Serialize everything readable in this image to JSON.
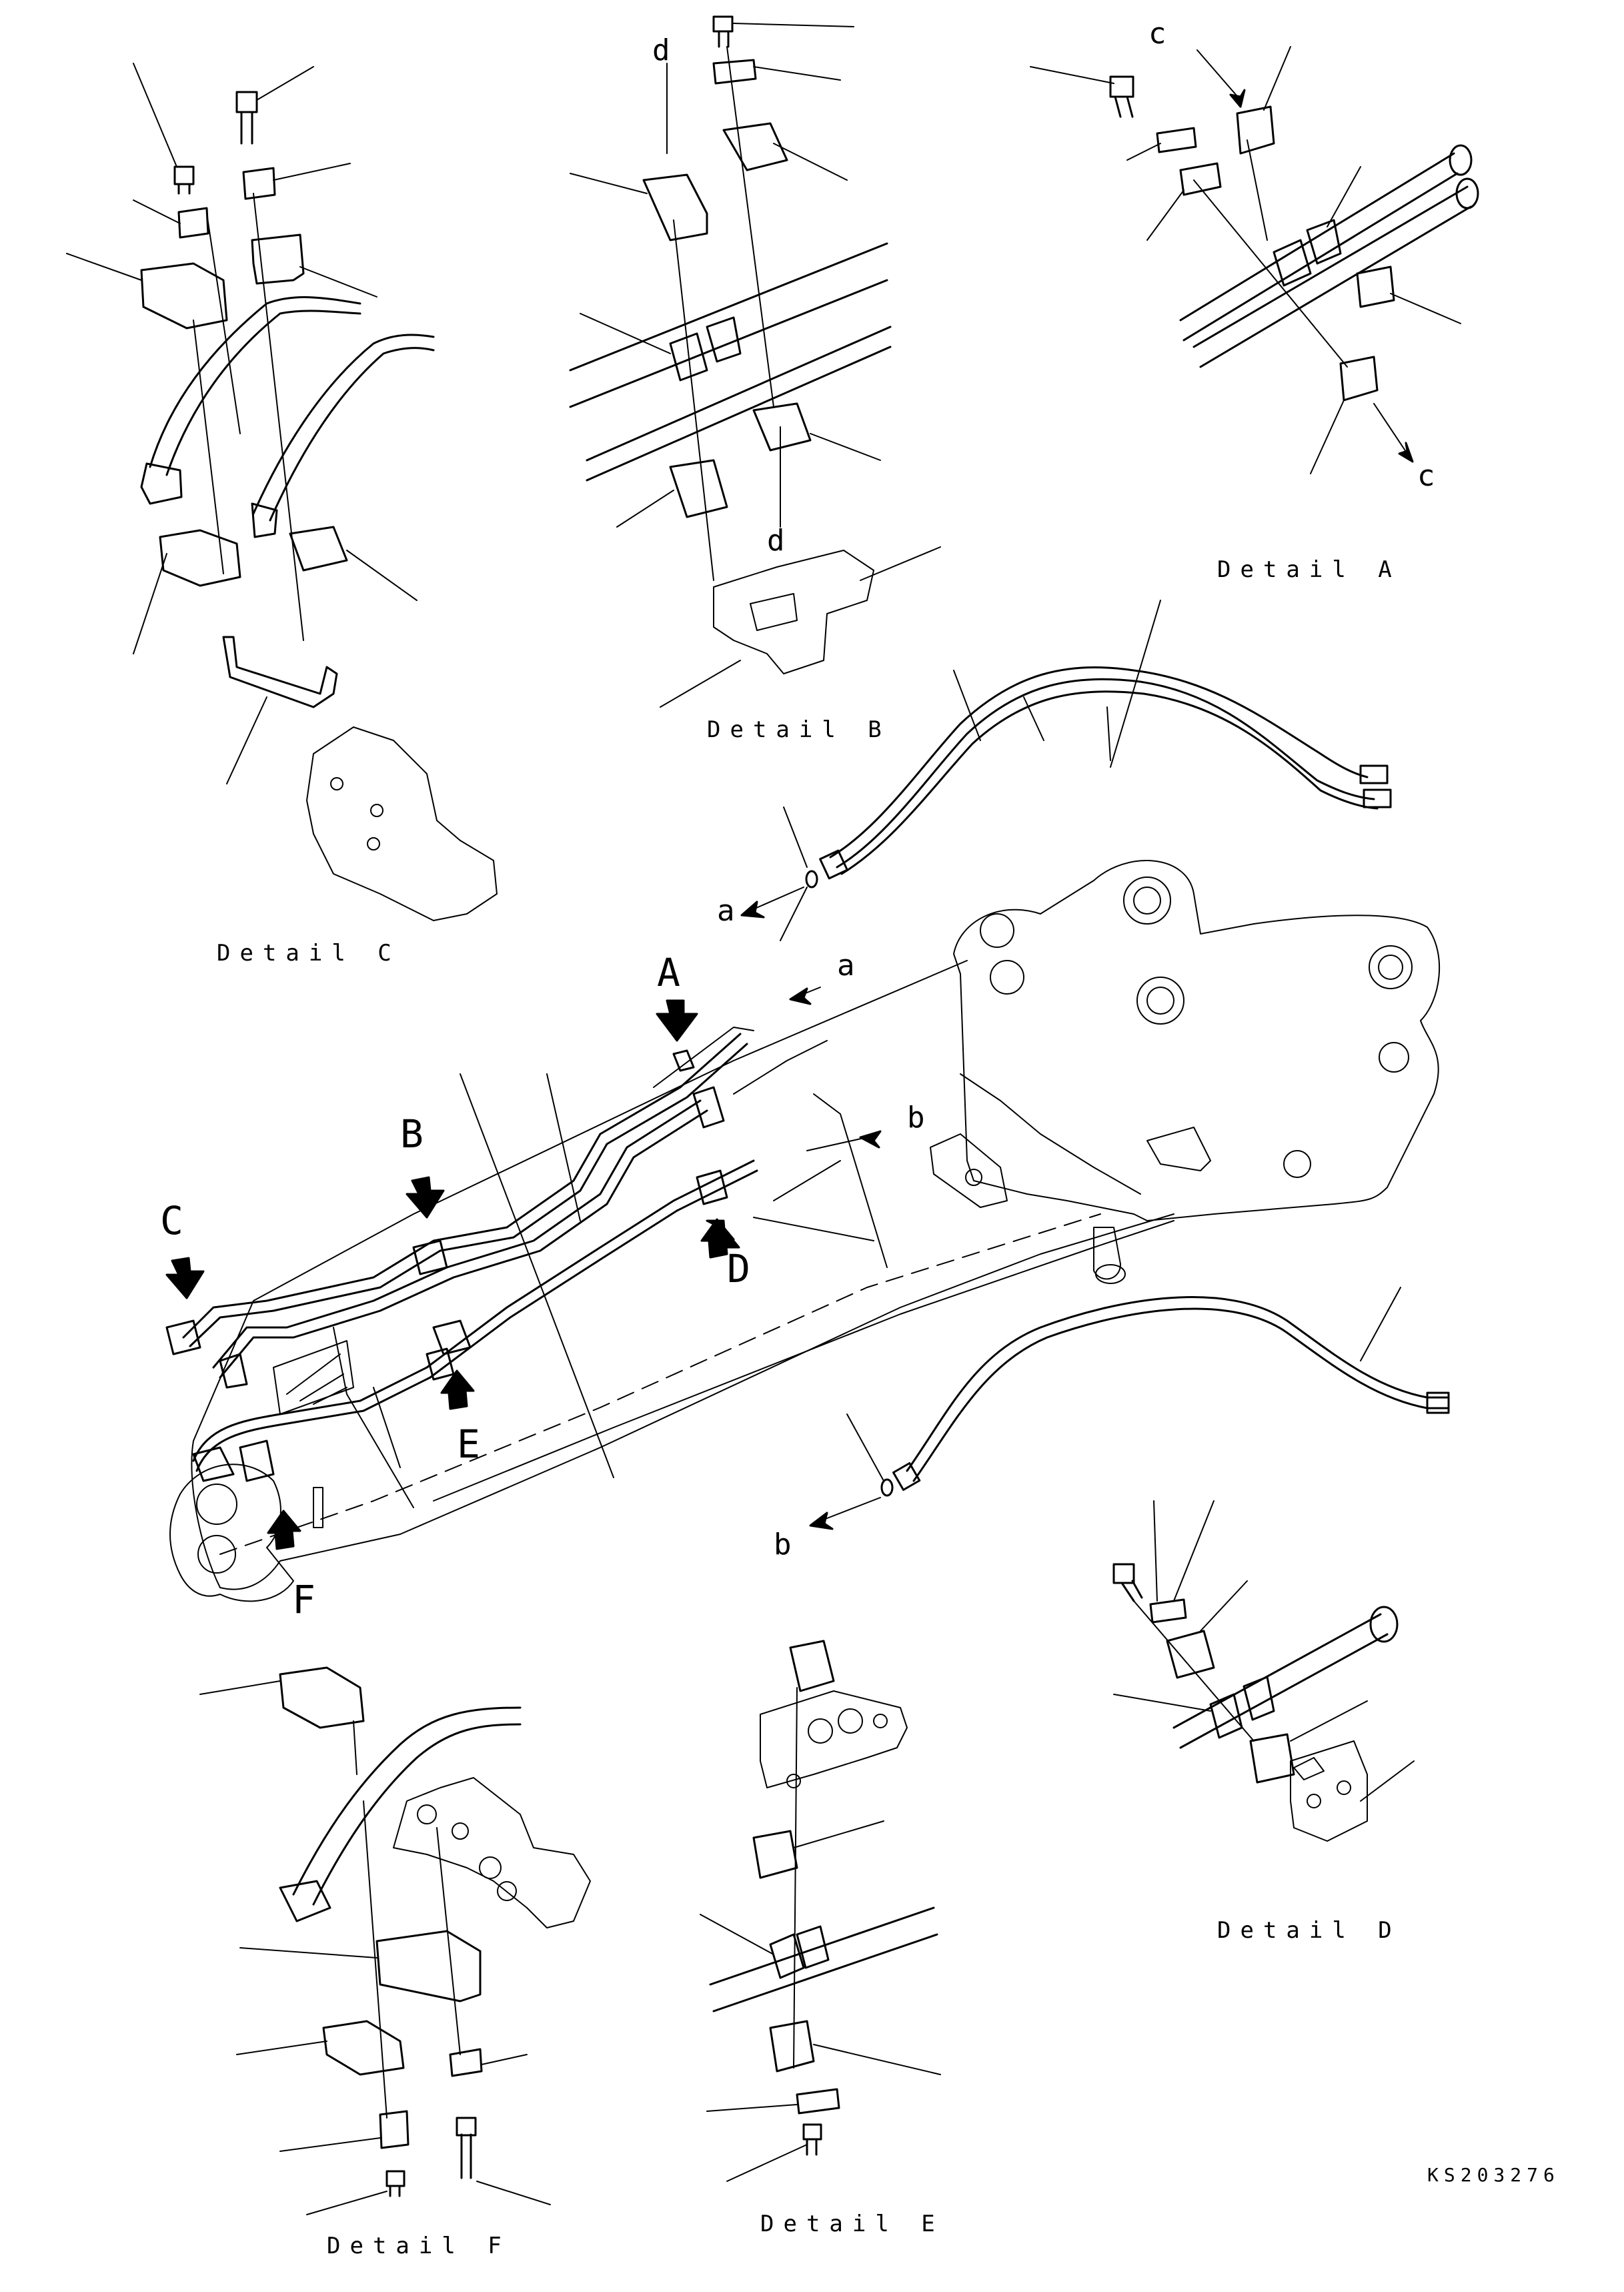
{
  "details": {
    "a": "Detail A",
    "b": "Detail B",
    "c": "Detail C",
    "d": "Detail D",
    "e": "Detail E",
    "f": "Detail F"
  },
  "callouts": {
    "A": "A",
    "B": "B",
    "C": "C",
    "D": "D",
    "E": "E",
    "F": "F"
  },
  "connections": {
    "a": "a",
    "b": "b",
    "c": "c",
    "d": "d"
  },
  "drawing_code": "KS203276"
}
